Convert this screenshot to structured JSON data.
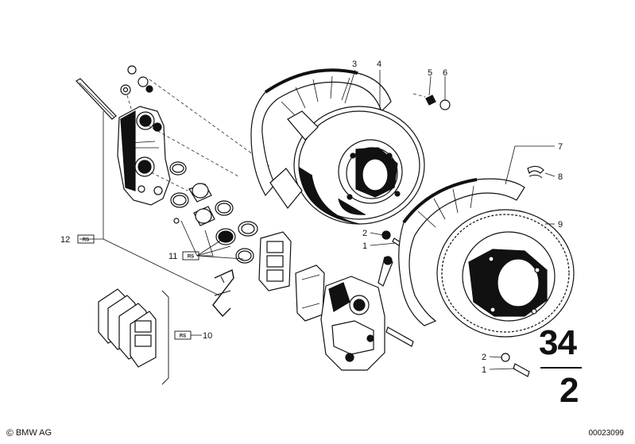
{
  "callouts": {
    "c1a": "1",
    "c1b": "1",
    "c2a": "2",
    "c2b": "2",
    "c3": "3",
    "c4": "4",
    "c5": "5",
    "c6": "6",
    "c7": "7",
    "c8": "8",
    "c9": "9",
    "c10": "10",
    "c11": "11",
    "c12": "12"
  },
  "rs_badge": "RS",
  "group": {
    "major": "34",
    "minor": "2"
  },
  "footer": {
    "copyright_symbol": "©",
    "copyright_text": "BMW AG",
    "image_id": "00023099"
  },
  "colors": {
    "ink": "#111111",
    "paper": "#ffffff"
  }
}
